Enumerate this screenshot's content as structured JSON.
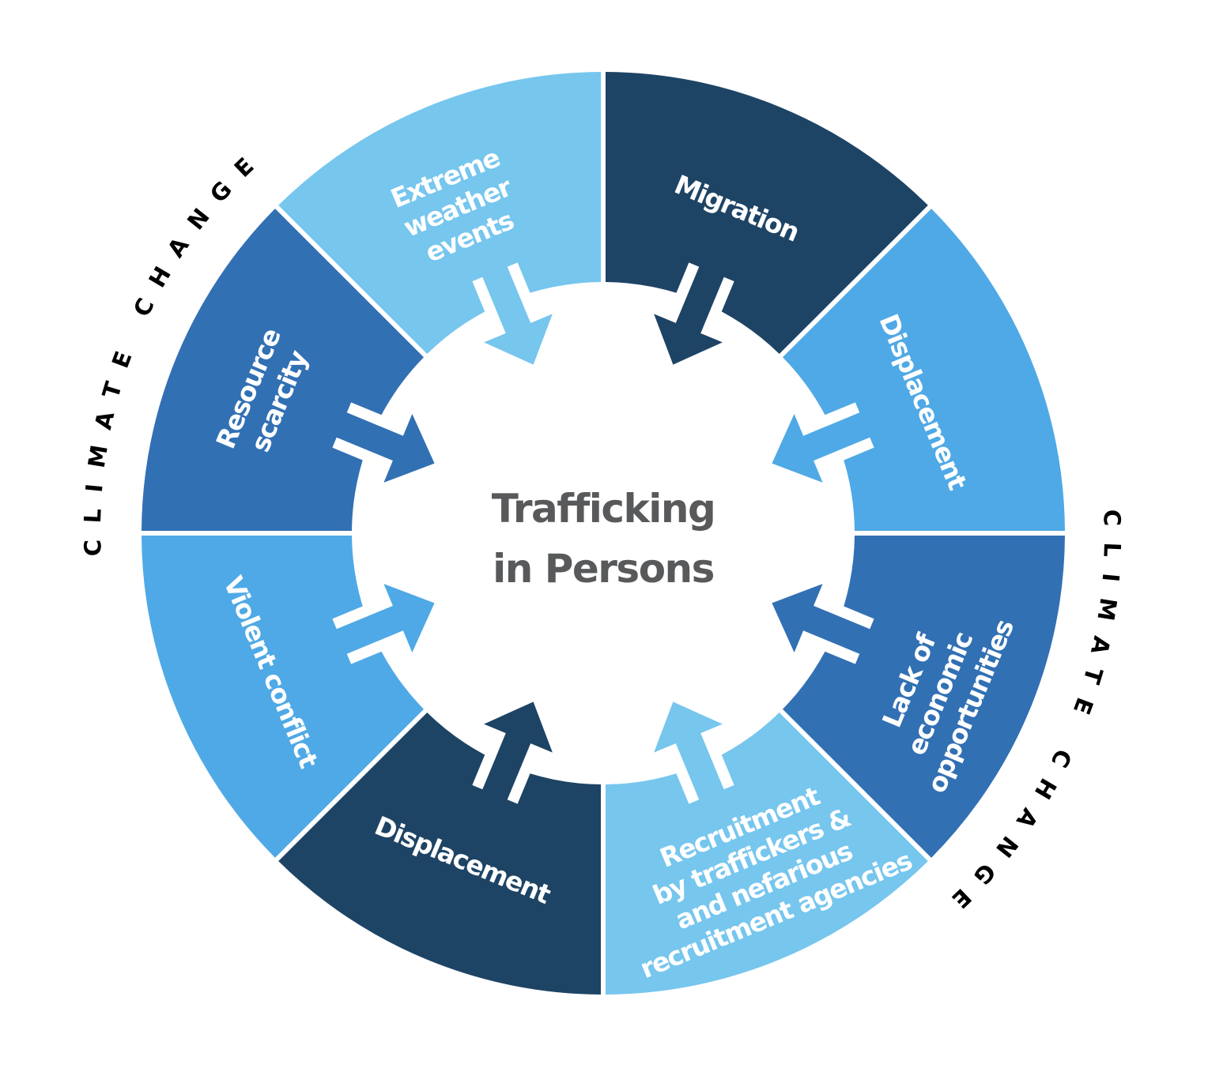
{
  "center": {
    "title_line1": "Trafficking",
    "title_line2": "in Persons"
  },
  "ring_labels": {
    "upper_left": "CLIMATE CHANGE",
    "lower_right": "CLIMATE CHANGE"
  },
  "colors": {
    "dark_navy": "#1E4465",
    "medium_blue": "#3270B4",
    "bright_blue": "#4FA9E6",
    "light_blue": "#76C6EE",
    "center_text": "#58595B"
  },
  "segments": [
    {
      "id": "extreme-weather",
      "lines": [
        "Extreme",
        "weather",
        "events"
      ],
      "color": "#76C6EE",
      "icon": "arrow-inward-icon"
    },
    {
      "id": "migration",
      "lines": [
        "Migration"
      ],
      "color": "#1E4465",
      "icon": "arrow-inward-icon"
    },
    {
      "id": "displacement-right",
      "lines": [
        "Displacement"
      ],
      "color": "#4FA9E6",
      "icon": "arrow-inward-icon"
    },
    {
      "id": "lack-of-economic-opportunities",
      "lines": [
        "Lack of",
        "economic",
        "opportunities"
      ],
      "color": "#3270B4",
      "icon": "arrow-inward-icon"
    },
    {
      "id": "recruitment",
      "lines": [
        "Recruitment",
        "by traffickers &",
        "and nefarious",
        "recruitment agencies"
      ],
      "color": "#76C6EE",
      "icon": "arrow-inward-icon"
    },
    {
      "id": "displacement-bottom",
      "lines": [
        "Displacement"
      ],
      "color": "#1E4465",
      "icon": "arrow-inward-icon"
    },
    {
      "id": "violent-conflict",
      "lines": [
        "Violent conflict"
      ],
      "color": "#4FA9E6",
      "icon": "arrow-inward-icon"
    },
    {
      "id": "resource-scarcity",
      "lines": [
        "Resource",
        "scarcity"
      ],
      "color": "#3270B4",
      "icon": "arrow-inward-icon"
    }
  ]
}
